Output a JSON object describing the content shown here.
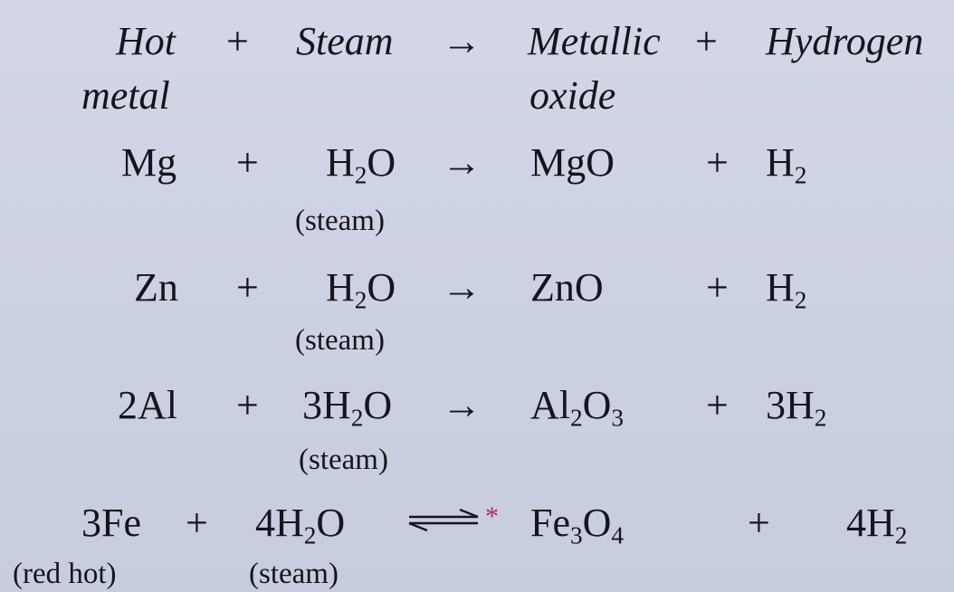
{
  "header": {
    "reactant1_line1": "Hot",
    "reactant1_line2": "metal",
    "plus1": "+",
    "reactant2": "Steam",
    "arrow": "→",
    "product1_line1": "Metallic",
    "product1_line2": "oxide",
    "plus2": "+",
    "product2": "Hydrogen"
  },
  "rows": [
    {
      "reactant": "Mg",
      "plus1": "+",
      "coef_water": "",
      "water_h": "H",
      "water_sub": "2",
      "water_o": "O",
      "water_note": "(steam)",
      "arrow": "→",
      "product1": "MgO",
      "plus2": "+",
      "coef_h2": "",
      "h2_h": "H",
      "h2_sub": "2"
    },
    {
      "reactant": "Zn",
      "plus1": "+",
      "coef_water": "",
      "water_h": "H",
      "water_sub": "2",
      "water_o": "O",
      "water_note": "(steam)",
      "arrow": "→",
      "product1": "ZnO",
      "plus2": "+",
      "coef_h2": "",
      "h2_h": "H",
      "h2_sub": "2"
    },
    {
      "reactant": "2Al",
      "plus1": "+",
      "coef_water": "3",
      "water_h": "H",
      "water_sub": "2",
      "water_o": "O",
      "water_note": "(steam)",
      "arrow": "→",
      "product_al": "Al",
      "product_al_sub": "2",
      "product_o": "O",
      "product_o_sub": "3",
      "plus2": "+",
      "coef_h2": "3",
      "h2_h": "H",
      "h2_sub": "2"
    },
    {
      "reactant": "3Fe",
      "reactant_note": "(red hot)",
      "plus1": "+",
      "coef_water": "4",
      "water_h": "H",
      "water_sub": "2",
      "water_o": "O",
      "water_note": "(steam)",
      "star": "*",
      "product_fe": "Fe",
      "product_fe_sub": "3",
      "product_o": "O",
      "product_o_sub": "4",
      "plus2": "+",
      "coef_h2": "4",
      "h2_h": "H",
      "h2_sub": "2"
    }
  ],
  "colors": {
    "background": "#cdd2e2",
    "text": "#15151f",
    "star": "#b2275a"
  }
}
